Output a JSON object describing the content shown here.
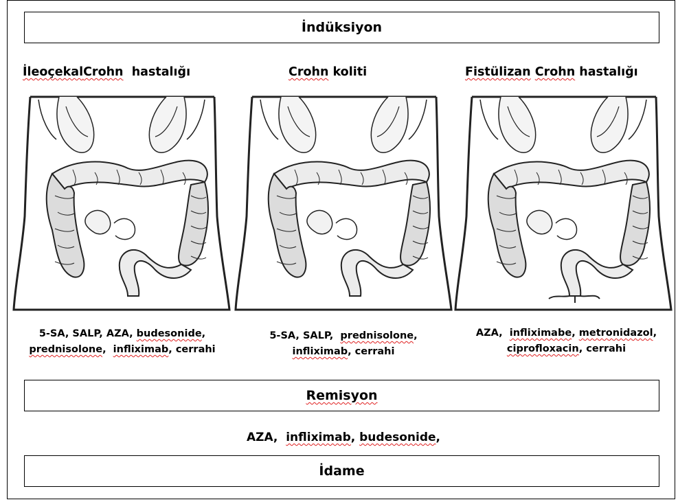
{
  "bars": {
    "induction": "İndüksiyon",
    "remission": "Remisyon",
    "maintenance": "İdame"
  },
  "panels": [
    {
      "heading": [
        "İleoçekal",
        "Crohn",
        "hastalığı"
      ],
      "drugs_line1": [
        "5-SA, SALP, AZA, ",
        "budesonide",
        ","
      ],
      "drugs_line2": [
        "prednisolone",
        ",  ",
        "infliximab",
        ", cerrahi"
      ]
    },
    {
      "heading": [
        "Crohn",
        "koliti"
      ],
      "drugs_line1": [
        "5-SA, SALP,  ",
        "prednisolone",
        ","
      ],
      "drugs_line2": [
        "infliximab",
        ", cerrahi"
      ]
    },
    {
      "heading": [
        "Fistülizan",
        "Crohn",
        "hastalığı"
      ],
      "drugs_line1": [
        "AZA,  ",
        "infliximabe",
        ", ",
        "metronidazol",
        ","
      ],
      "drugs_line2": [
        "ciprofloxacin",
        ", cerrahi"
      ]
    }
  ],
  "maintenance_drugs": [
    "AZA,  ",
    "infliximab",
    ", ",
    "budesonide",
    ","
  ]
}
